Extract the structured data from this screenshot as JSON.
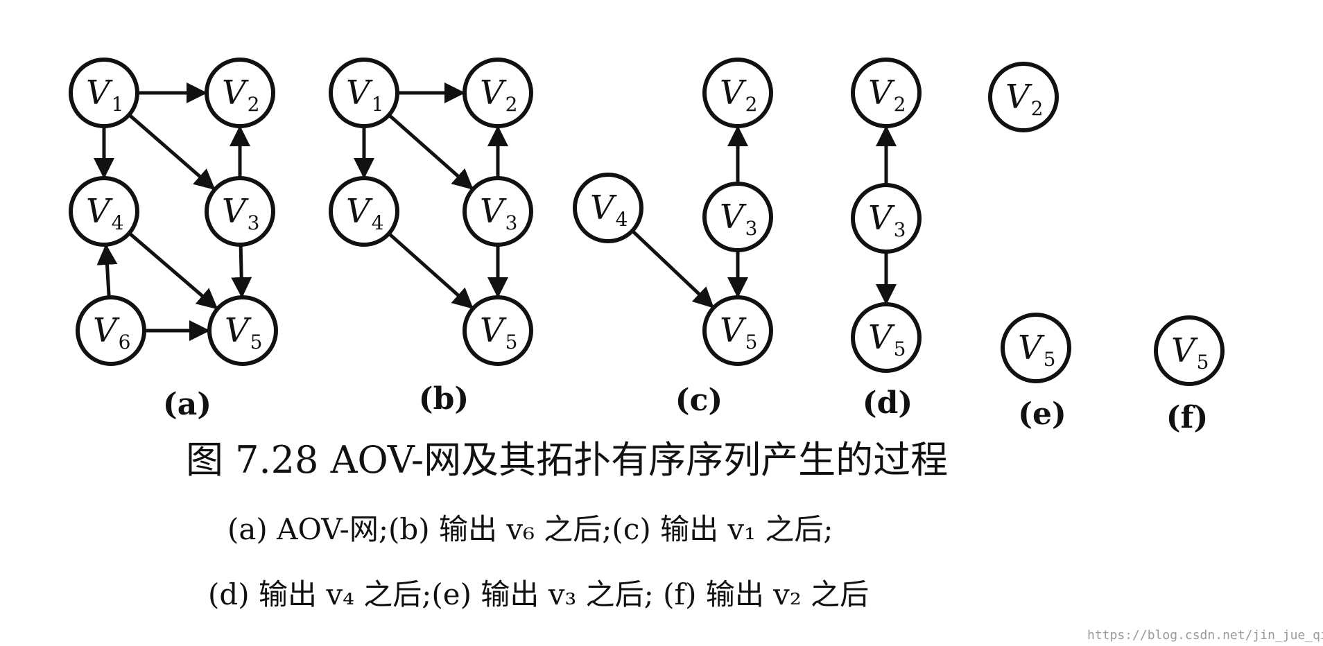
{
  "panels": [
    {
      "label": "(a)",
      "nodes": [
        {
          "id": "V1",
          "name": "V",
          "sub": "1"
        },
        {
          "id": "V2",
          "name": "V",
          "sub": "2"
        },
        {
          "id": "V4",
          "name": "V",
          "sub": "4"
        },
        {
          "id": "V3",
          "name": "V",
          "sub": "3"
        },
        {
          "id": "V6",
          "name": "V",
          "sub": "6"
        },
        {
          "id": "V5",
          "name": "V",
          "sub": "5"
        }
      ],
      "edges": [
        [
          "V1",
          "V2"
        ],
        [
          "V1",
          "V4"
        ],
        [
          "V1",
          "V3"
        ],
        [
          "V3",
          "V2"
        ],
        [
          "V4",
          "V5"
        ],
        [
          "V3",
          "V5"
        ],
        [
          "V6",
          "V4"
        ],
        [
          "V6",
          "V5"
        ]
      ]
    },
    {
      "label": "(b)",
      "nodes": [
        {
          "id": "V1",
          "name": "V",
          "sub": "1"
        },
        {
          "id": "V2",
          "name": "V",
          "sub": "2"
        },
        {
          "id": "V4",
          "name": "V",
          "sub": "4"
        },
        {
          "id": "V3",
          "name": "V",
          "sub": "3"
        },
        {
          "id": "V5",
          "name": "V",
          "sub": "5"
        }
      ],
      "edges": [
        [
          "V1",
          "V2"
        ],
        [
          "V1",
          "V4"
        ],
        [
          "V1",
          "V3"
        ],
        [
          "V3",
          "V2"
        ],
        [
          "V4",
          "V5"
        ],
        [
          "V3",
          "V5"
        ]
      ]
    },
    {
      "label": "(c)",
      "nodes": [
        {
          "id": "V2",
          "name": "V",
          "sub": "2"
        },
        {
          "id": "V4",
          "name": "V",
          "sub": "4"
        },
        {
          "id": "V3",
          "name": "V",
          "sub": "3"
        },
        {
          "id": "V5",
          "name": "V",
          "sub": "5"
        }
      ],
      "edges": [
        [
          "V3",
          "V2"
        ],
        [
          "V4",
          "V5"
        ],
        [
          "V3",
          "V5"
        ]
      ]
    },
    {
      "label": "(d)",
      "nodes": [
        {
          "id": "V2",
          "name": "V",
          "sub": "2"
        },
        {
          "id": "V3",
          "name": "V",
          "sub": "3"
        },
        {
          "id": "V5",
          "name": "V",
          "sub": "5"
        }
      ],
      "edges": [
        [
          "V3",
          "V2"
        ],
        [
          "V3",
          "V5"
        ]
      ]
    },
    {
      "label": "(e)",
      "nodes": [
        {
          "id": "V2",
          "name": "V",
          "sub": "2"
        },
        {
          "id": "V5",
          "name": "V",
          "sub": "5"
        }
      ],
      "edges": []
    },
    {
      "label": "(f)",
      "nodes": [
        {
          "id": "V5",
          "name": "V",
          "sub": "5"
        }
      ],
      "edges": []
    }
  ],
  "caption": {
    "title": "图 7.28   AOV-网及其拓扑有序序列产生的过程",
    "line1": "(a) AOV-网;(b) 输出 v₆ 之后;(c) 输出 v₁ 之后;",
    "line2": "(d) 输出 v₄ 之后;(e) 输出 v₃ 之后; (f) 输出 v₂ 之后"
  },
  "watermark": "https://blog.csdn.net/jin_jue_qi"
}
